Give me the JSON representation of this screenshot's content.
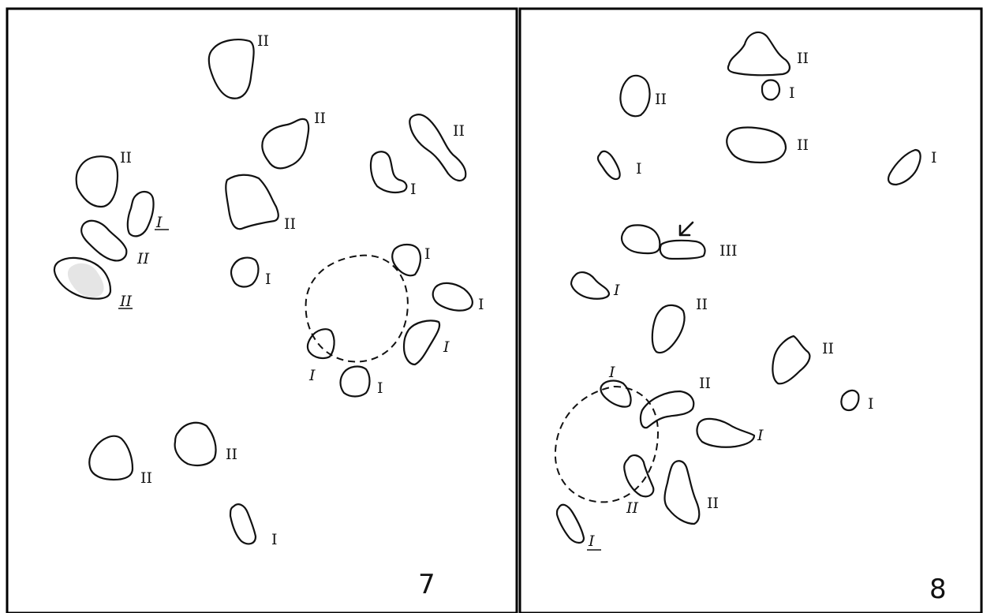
{
  "panels": [
    {
      "number": "7",
      "labels": [
        "II",
        "II",
        "II",
        "II",
        "I",
        "II",
        "II",
        "II",
        "I",
        "I",
        "I",
        "I",
        "I",
        "I",
        "I",
        "II",
        "II",
        "I"
      ]
    },
    {
      "number": "8",
      "labels": [
        "II",
        "I",
        "II",
        "II",
        "I",
        "I",
        "III",
        "I",
        "II",
        "II",
        "I",
        "I",
        "II",
        "I",
        "II",
        "II",
        "I"
      ]
    }
  ]
}
